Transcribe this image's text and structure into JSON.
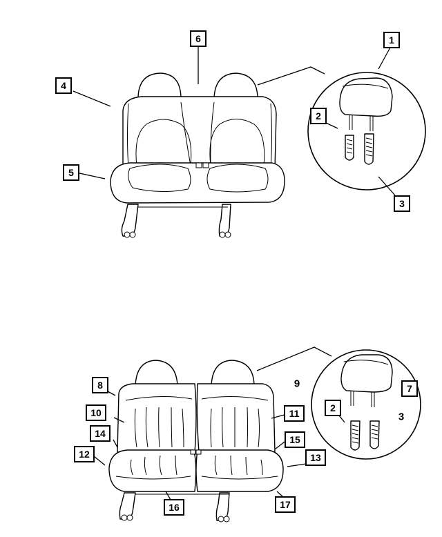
{
  "callouts": {
    "c1": "1",
    "c2a": "2",
    "c3a": "3",
    "c4": "4",
    "c5": "5",
    "c6": "6",
    "c7": "7",
    "c8": "8",
    "c9": "9",
    "c10": "10",
    "c11": "11",
    "c12": "12",
    "c13": "13",
    "c14": "14",
    "c15": "15",
    "c16": "16",
    "c17": "17",
    "c2b": "2",
    "c3b": "3"
  }
}
